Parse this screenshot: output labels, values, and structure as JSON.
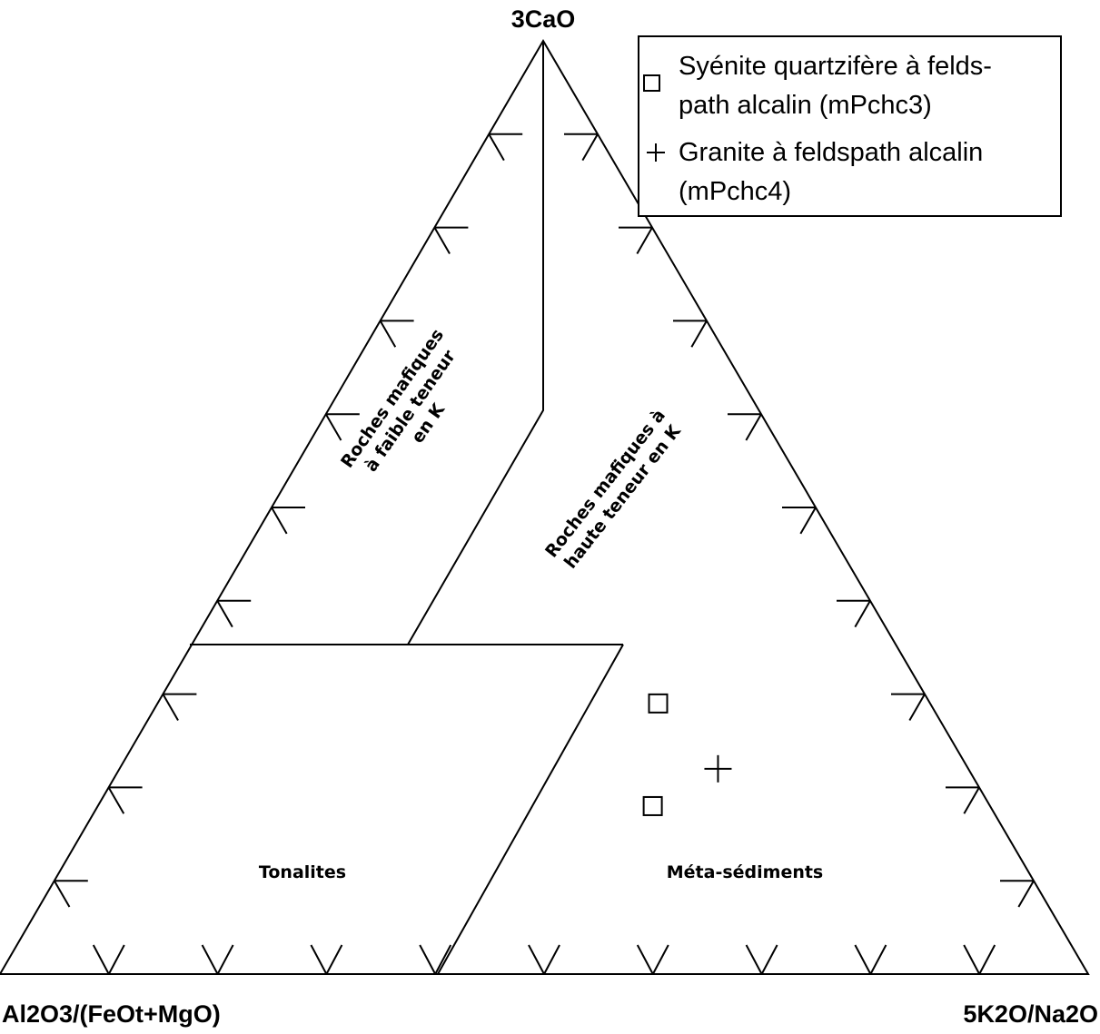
{
  "chart_data": {
    "type": "ternary",
    "axes": {
      "top": "3CaO",
      "left": "Al2O3/(FeOt+MgO)",
      "right": "5K2O/Na2O"
    },
    "fields": {
      "low_k_mafic": [
        "Roches mafiques",
        "à  faible teneur",
        "en K"
      ],
      "high_k_mafic": [
        "Roches mafiques à",
        "haute teneur en K"
      ],
      "tonalites": "Tonalites",
      "meta_sediments": "Méta-sédiments"
    },
    "legend": [
      {
        "marker": "square",
        "lines": [
          "Syénite quartzifère à felds-",
          "path alcalin (mPchc3)"
        ]
      },
      {
        "marker": "plus",
        "lines": [
          "Granite à feldspath alcalin",
          "(mPchc4)"
        ]
      }
    ],
    "legend_position": "top-right",
    "series": [
      {
        "name": "Syénite quartzifère à feldspath alcalin (mPchc3)",
        "marker": "square",
        "points": [
          {
            "top": 0.29,
            "left": 0.25,
            "right": 0.46
          },
          {
            "top": 0.18,
            "left": 0.31,
            "right": 0.51
          }
        ]
      },
      {
        "name": "Granite à feldspath alcalin (mPchc4)",
        "marker": "plus",
        "points": [
          {
            "top": 0.22,
            "left": 0.23,
            "right": 0.55
          }
        ]
      }
    ]
  }
}
